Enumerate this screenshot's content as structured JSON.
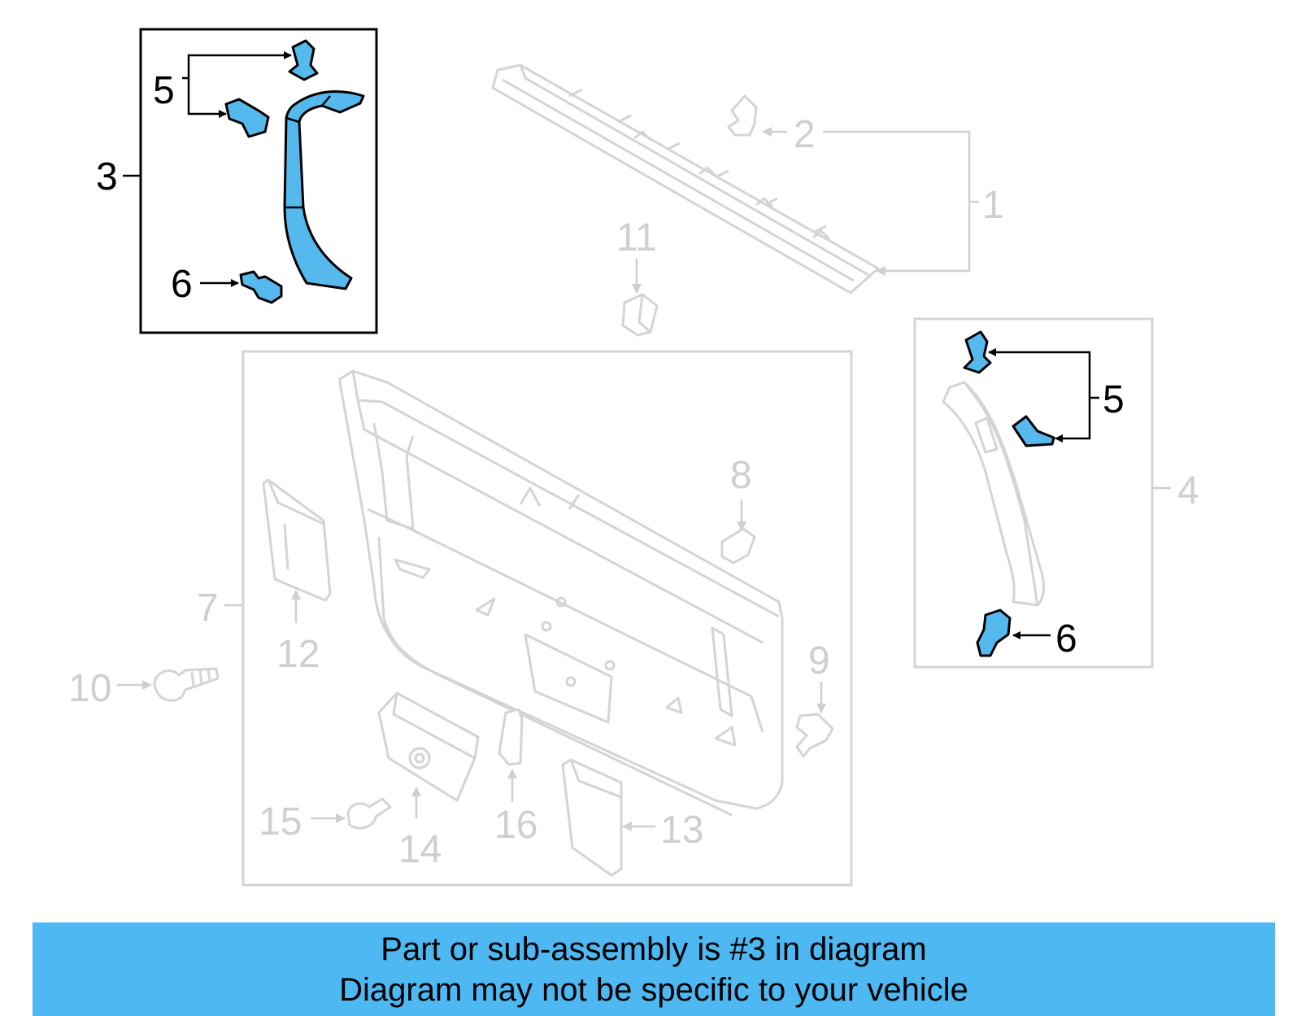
{
  "labels": {
    "l1": "1",
    "l2": "2",
    "l3": "3",
    "l4": "4",
    "l5a": "5",
    "l5b": "5",
    "l6a": "6",
    "l6b": "6",
    "l7": "7",
    "l8": "8",
    "l9": "9",
    "l10": "10",
    "l11": "11",
    "l12": "12",
    "l13": "13",
    "l14": "14",
    "l15": "15",
    "l16": "16"
  },
  "highlighted_part": "3",
  "colors": {
    "highlight": "#56b9ee",
    "banner": "#4db8f2",
    "ghost": "#d4d4d4"
  },
  "banner": {
    "line1": "Part or sub-assembly is #3 in diagram",
    "line2": "Diagram may not be specific to your vehicle"
  }
}
